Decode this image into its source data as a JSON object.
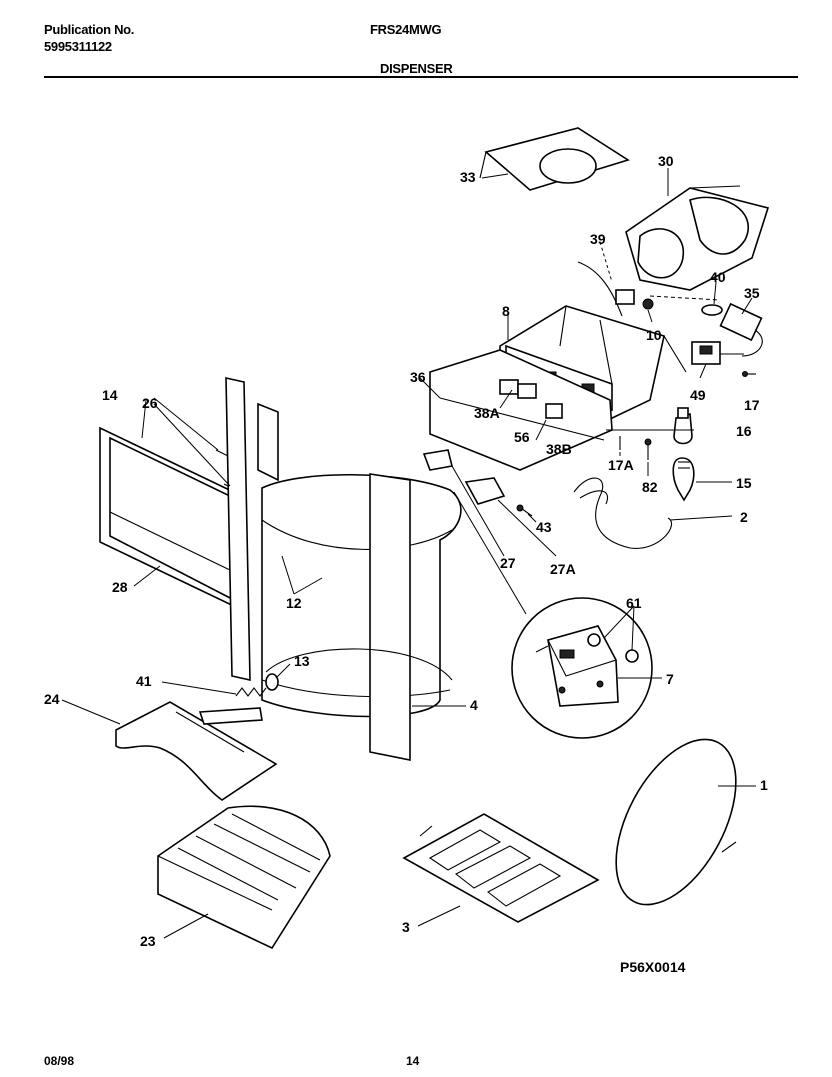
{
  "header": {
    "pub_label": "Publication No.",
    "pub_number": "5995311122",
    "model": "FRS24MWG",
    "section": "DISPENSER"
  },
  "diagram": {
    "code": "P56X0014",
    "callouts": [
      "33",
      "30",
      "39",
      "40",
      "35",
      "8",
      "10",
      "36",
      "49",
      "17",
      "14",
      "26",
      "38A",
      "56",
      "38B",
      "16",
      "17A",
      "82",
      "15",
      "2",
      "43",
      "27",
      "27A",
      "28",
      "12",
      "61",
      "13",
      "7",
      "41",
      "24",
      "4",
      "1",
      "3",
      "23"
    ]
  },
  "footer": {
    "date": "08/98",
    "page": "14"
  }
}
